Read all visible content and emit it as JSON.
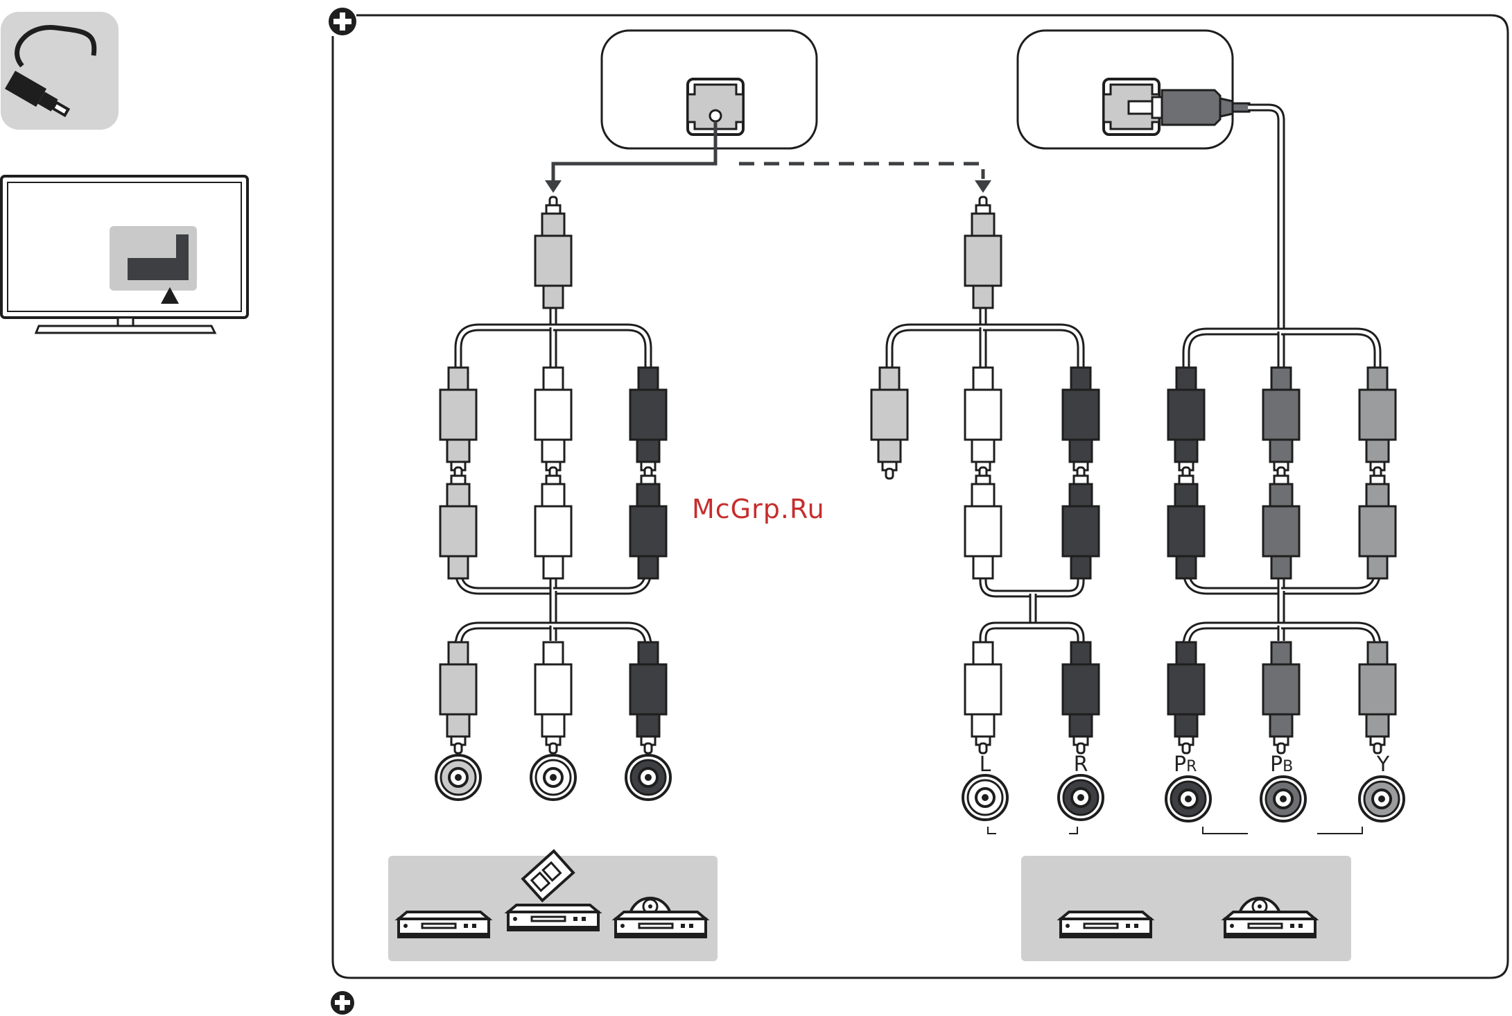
{
  "watermark": "McGrp.Ru",
  "port_labels": {
    "left": "L",
    "right": "R",
    "pr_main": "P",
    "pr_sub": "R",
    "pb_main": "P",
    "pb_sub": "B",
    "y": "Y"
  },
  "icons": {
    "cable": "cable-icon",
    "tv": "tv-icon",
    "av_jack": "av-input-jack-icon",
    "component_jack": "component-input-jack-icon",
    "plus": "plus-circle-icon",
    "devices_left": [
      "dvd-player-icon",
      "camcorder-player-icon",
      "disc-player-icon"
    ],
    "devices_right": [
      "dvd-player-icon",
      "disc-player-icon"
    ]
  },
  "colors": {
    "light_gray": "#c9cac9",
    "white": "#ffffff",
    "dark": "#3e3f42",
    "mid": "#6e6f72",
    "silver": "#9b9c9e",
    "panel": "#cfcfcf",
    "stroke": "#1e1e1e"
  }
}
